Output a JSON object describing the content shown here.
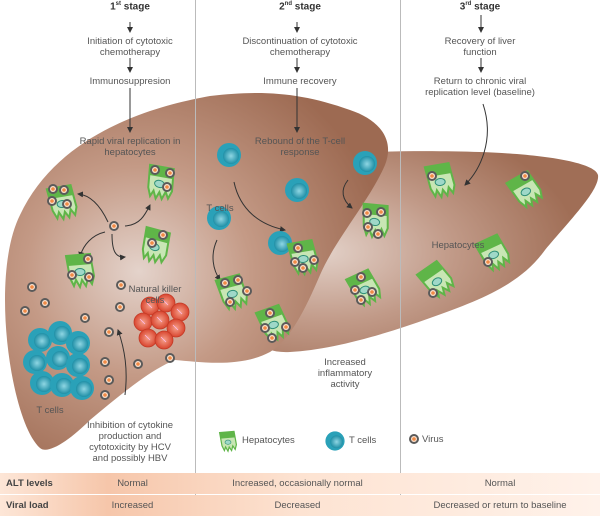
{
  "stages": [
    {
      "number": "1",
      "suffix": "st",
      "label": "stage",
      "steps": [
        "Initiation of cytotoxic chemotherapy",
        "Immunosuppresion"
      ],
      "outcome": "Rapid viral replication in hepatocytes"
    },
    {
      "number": "2",
      "suffix": "nd",
      "label": "stage",
      "steps": [
        "Discontinuation of cytotoxic chemotherapy",
        "Immune recovery"
      ],
      "outcome": "Rebound of the T-cell response"
    },
    {
      "number": "3",
      "suffix": "rd",
      "label": "stage",
      "steps": [
        "Recovery of liver function",
        "Return to chronic viral replication level (baseline)"
      ],
      "outcome": ""
    }
  ],
  "annotations": {
    "natural_killer": "Natural killer cells",
    "t_cells_left": "T cells",
    "t_cells_mid": "T cells",
    "inhibition": "Inhibition of cytokine production and cytotoxicity by HCV and possibly HBV",
    "inflammatory": "Increased inflammatory activity",
    "hepatocytes": "Hepatocytes"
  },
  "legend": [
    {
      "icon": "hepatocyte-icon",
      "label": "Hepatocytes"
    },
    {
      "icon": "t-cell-icon",
      "label": "T cells"
    },
    {
      "icon": "virus-icon",
      "label": "Virus"
    }
  ],
  "table": {
    "rows": [
      {
        "header": "ALT levels",
        "values": [
          "Normal",
          "Increased, occasionally normal",
          "Normal"
        ]
      },
      {
        "header": "Viral load",
        "values": [
          "Increased",
          "Decreased",
          "Decreased or return to baseline"
        ]
      }
    ]
  },
  "colors": {
    "liver": "#a9735a",
    "liver_light": "#d9bfb3",
    "hepatocyte": "#5fb548",
    "t_cell": "#2aa1b8",
    "nk_cell": "#e0573f",
    "virus_ring": "#555555",
    "virus_core": "#f19a5a",
    "table_band": "#f6c9ae"
  }
}
